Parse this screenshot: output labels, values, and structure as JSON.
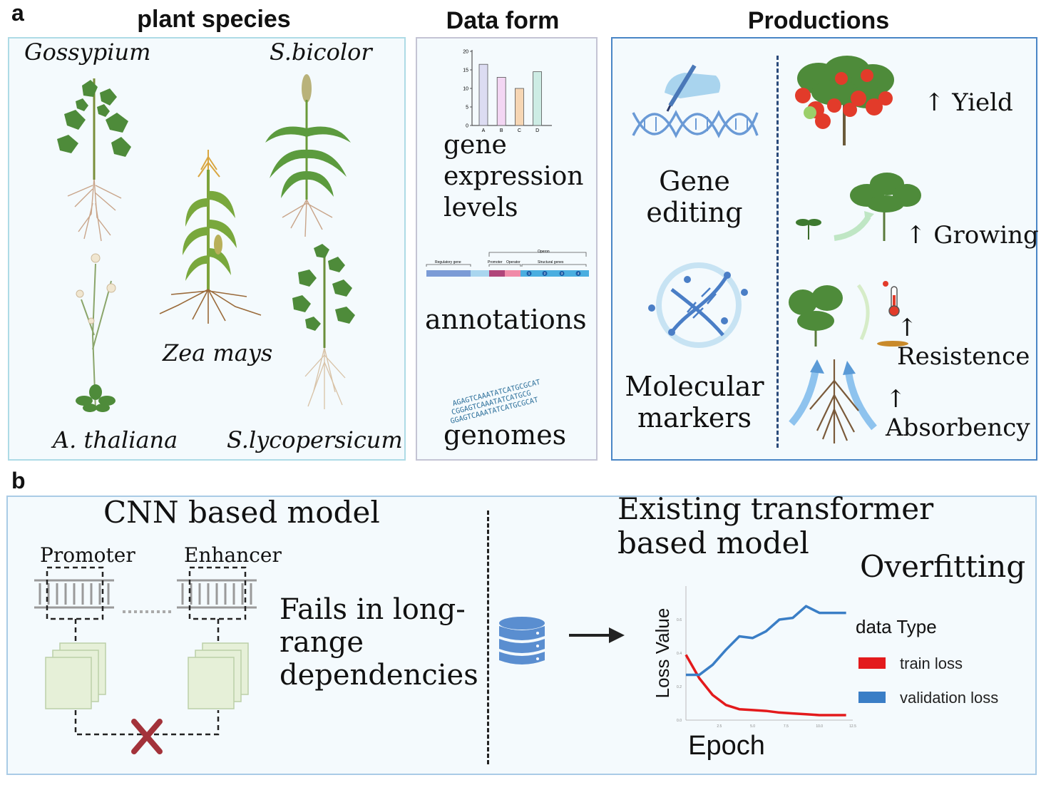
{
  "panel_a": {
    "letter": "a",
    "species": {
      "title": "plant species",
      "names": [
        "Gossypium",
        "S.bicolor",
        "Zea mays",
        "A. thaliana",
        "S.lycopersicum"
      ]
    },
    "data_form": {
      "title": "Data form",
      "chart_data": {
        "type": "bar",
        "categories": [
          "A",
          "B",
          "C",
          "D"
        ],
        "values": [
          16.5,
          13,
          10,
          14.5
        ],
        "ylim": [
          0,
          20
        ],
        "yticks": [
          "0",
          "5",
          "10",
          "15",
          "20"
        ],
        "colors": [
          "#dcdcf2",
          "#f3d6f3",
          "#f6d6b4",
          "#cdece4"
        ]
      },
      "gene_expression_label": [
        "gene",
        "expression",
        "levels"
      ],
      "operon": {
        "operon_label": "Operon",
        "regulatory_label": "Regulatory gene",
        "promoter_label": "Promoter",
        "operator_label": "Operator",
        "structural_label": "Structural genes",
        "gene_numbers": [
          "1",
          "2",
          "3",
          "4"
        ]
      },
      "annotations_label": "annotations",
      "dna_sequences": [
        "AGAGTCAAATATCATGCGCAT",
        "CGGAGTCAAATATCATGCG",
        "GGAGTCAAATATCATGCGCAT"
      ],
      "genomes_label": "genomes"
    },
    "productions": {
      "title": "Productions",
      "gene_editing": [
        "Gene",
        "editing"
      ],
      "molecular_markers": [
        "Molecular",
        "markers"
      ],
      "traits": [
        "↑ Yield",
        "↑ Growing",
        "↑ Resistence",
        "↑ Absorbency"
      ]
    }
  },
  "panel_b": {
    "letter": "b",
    "cnn_title": "CNN based model",
    "promoter": "Promoter",
    "enhancer": "Enhancer",
    "fails_text": [
      "Fails in long-",
      "range",
      "dependencies"
    ],
    "transformer_title": [
      "Existing transformer",
      "based model"
    ],
    "overfitting": "Overfitting",
    "chart_data": {
      "type": "line",
      "xlabel": "Epoch",
      "ylabel": "Loss Value",
      "xlim": [
        0,
        12.5
      ],
      "ylim": [
        0,
        0.8
      ],
      "xticks": [
        "2.5",
        "5.0",
        "7.5",
        "10.0",
        "12.5"
      ],
      "yticks": [
        "0.0",
        "0.2",
        "0.4",
        "0.6"
      ],
      "legend_title": "data Type",
      "legend_position": "right",
      "x": [
        0,
        1,
        2,
        3,
        4,
        5,
        6,
        7,
        8,
        9,
        10,
        11,
        12
      ],
      "series": [
        {
          "name": "train loss",
          "color": "#e31a1c",
          "values": [
            0.39,
            0.25,
            0.15,
            0.09,
            0.065,
            0.06,
            0.055,
            0.045,
            0.04,
            0.035,
            0.03,
            0.03,
            0.03
          ]
        },
        {
          "name": "validation loss",
          "color": "#3a7ec6",
          "values": [
            0.27,
            0.27,
            0.33,
            0.42,
            0.5,
            0.49,
            0.53,
            0.6,
            0.61,
            0.68,
            0.64,
            0.64,
            0.64
          ]
        }
      ]
    }
  }
}
